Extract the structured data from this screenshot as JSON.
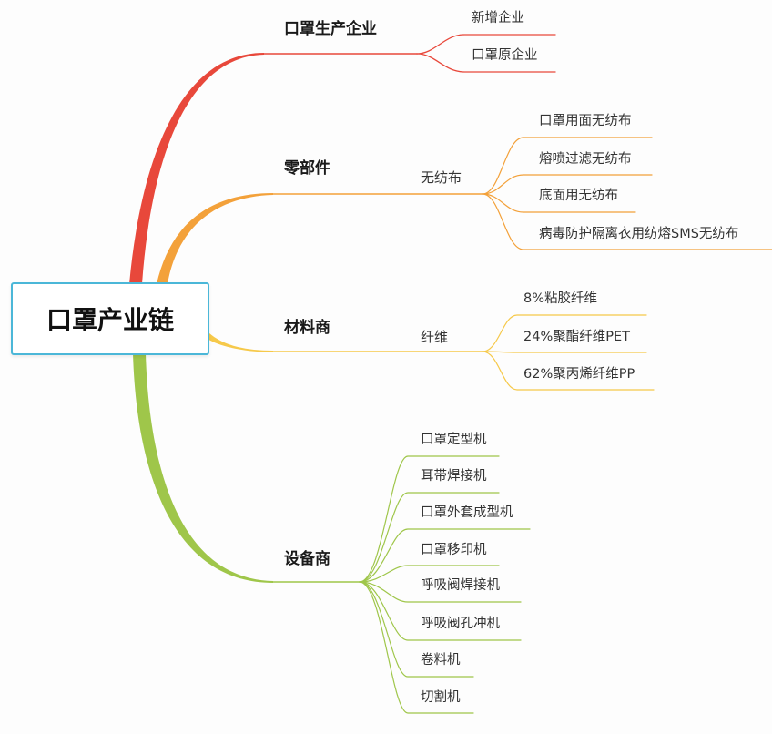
{
  "root": {
    "label": "口罩产业链"
  },
  "branches": [
    {
      "label": "口罩生产企业",
      "color": "#e8483b",
      "children": [
        "新增企业",
        "口罩原企业"
      ]
    },
    {
      "label": "零部件",
      "color": "#f3a13a",
      "sub": {
        "label": "无纺布",
        "children": [
          "口罩用面无纺布",
          "熔喷过滤无纺布",
          "底面用无纺布",
          "病毒防护隔离衣用纺熔SMS无纺布"
        ]
      }
    },
    {
      "label": "材料商",
      "color": "#f6c94a",
      "sub": {
        "label": "纤维",
        "children": [
          "8%粘胶纤维",
          "24%聚酯纤维PET",
          "62%聚丙烯纤维PP"
        ]
      }
    },
    {
      "label": "设备商",
      "color": "#9fc64a",
      "children": [
        "口罩定型机",
        "耳带焊接机",
        "口罩外套成型机",
        "口罩移印机",
        "呼吸阀焊接机",
        "呼吸阀孔冲机",
        "卷料机",
        "切割机"
      ]
    }
  ]
}
